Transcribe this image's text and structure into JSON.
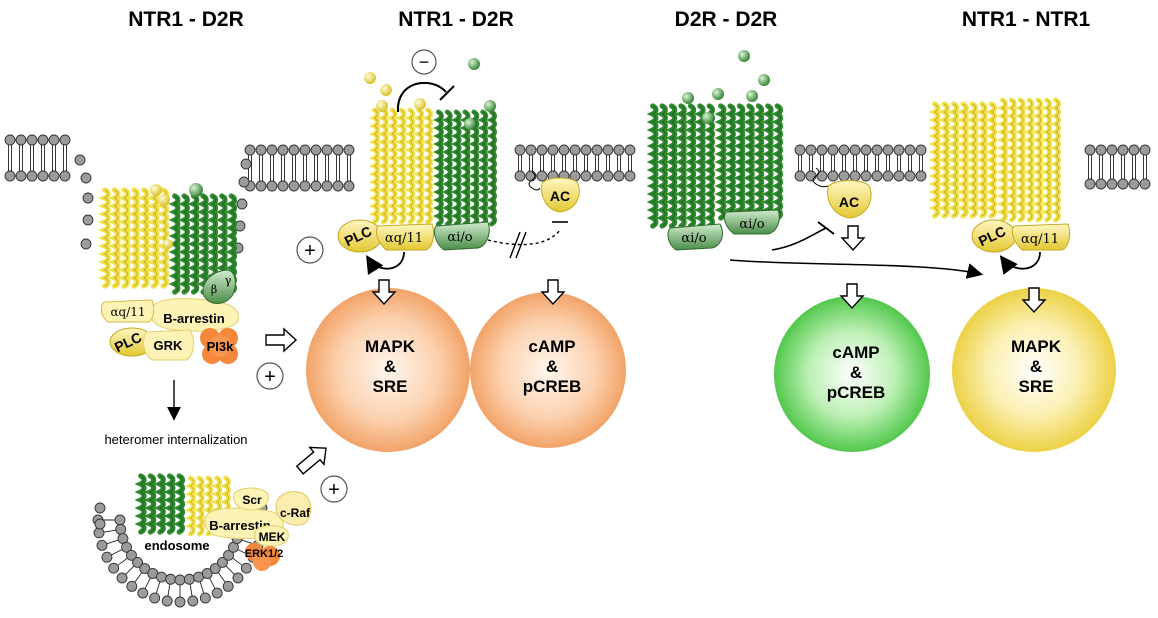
{
  "titles": {
    "panel1": "NTR1 - D2R",
    "panel2": "NTR1 - D2R",
    "panel3": "D2R - D2R",
    "panel4": "NTR1 - NTR1"
  },
  "labels": {
    "alpha_q11": "αq/11",
    "alpha_io": "αi/o",
    "plc": "PLC",
    "ac": "AC",
    "grk": "GRK",
    "pi3k": "PI3k",
    "b_arrestin": "B-arrestin",
    "beta": "β",
    "gamma": "γ",
    "scr": "Scr",
    "c_raf": "c-Raf",
    "mek": "MEK",
    "erk": "ERK1/2",
    "endosome": "endosome",
    "internalization": "heteromer internalization",
    "plus": "+",
    "minus": "−"
  },
  "spheres": {
    "mapk_sre": [
      "MAPK",
      "&",
      "SRE"
    ],
    "camp_pcreb": [
      "cAMP",
      "&",
      "pCREB"
    ]
  },
  "colors": {
    "ntr1": "#f2e14a",
    "d2r": "#2f8a2f",
    "orange_sphere": "#f7b27a",
    "green_sphere": "#5fd35a",
    "yellow_sphere": "#f0d750",
    "membrane": "#9e9e9e",
    "pi3k": "#f07a2a"
  }
}
